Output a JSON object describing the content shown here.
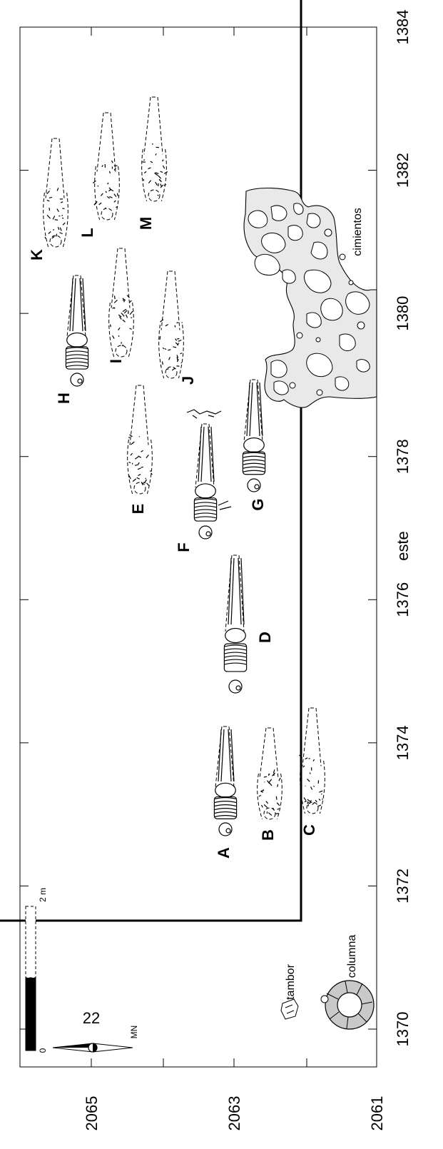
{
  "axes": {
    "east_label": "este",
    "east_ticks": [
      "1370",
      "1372",
      "1374",
      "1376",
      "1378",
      "1380",
      "1382",
      "1384"
    ],
    "north_ticks": [
      "2065",
      "2063",
      "2061"
    ]
  },
  "burials": [
    {
      "id": "A"
    },
    {
      "id": "B"
    },
    {
      "id": "C"
    },
    {
      "id": "D"
    },
    {
      "id": "E"
    },
    {
      "id": "F"
    },
    {
      "id": "G"
    },
    {
      "id": "H"
    },
    {
      "id": "I"
    },
    {
      "id": "J"
    },
    {
      "id": "K"
    },
    {
      "id": "L"
    },
    {
      "id": "M"
    }
  ],
  "features": {
    "foundations": "cimientos",
    "column": "columna",
    "drum": "tambor"
  },
  "scale_bar": {
    "zero": "0",
    "length": "2 m"
  },
  "north_arrow": {
    "label": "MN",
    "number": "22"
  }
}
